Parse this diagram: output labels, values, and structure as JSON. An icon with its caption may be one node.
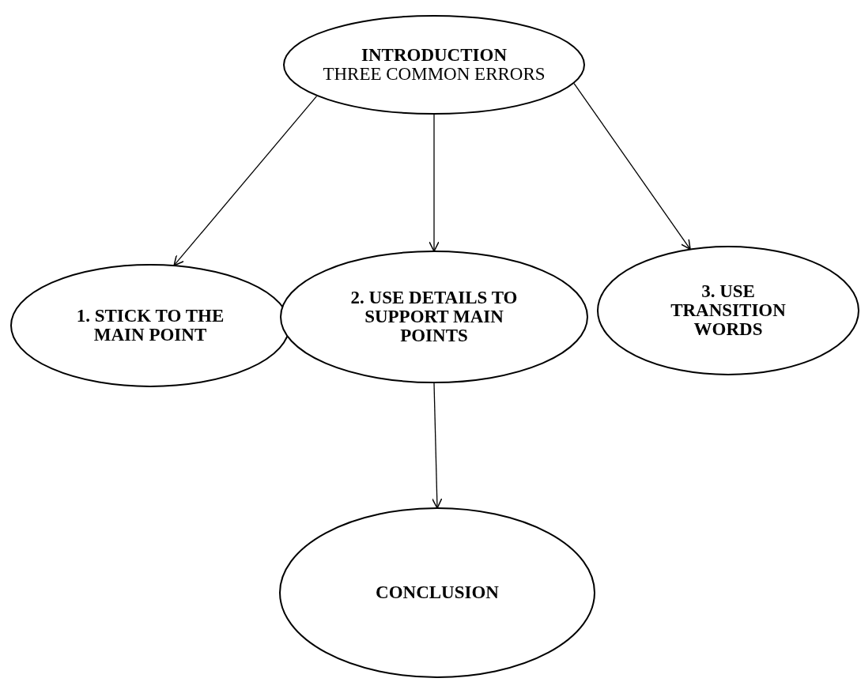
{
  "diagram": {
    "nodes": [
      {
        "text": [
          "INTRODUCTION",
          "THREE COMMON ERRORS"
        ]
      },
      {
        "text": [
          "1. STICK TO THE MAIN POINT"
        ]
      },
      {
        "text": [
          "2. USE DETAILS TO SUPPORT MAIN POINTS"
        ]
      },
      {
        "text": [
          "3. USE TRANSITION WORDS"
        ]
      },
      {
        "text": [
          "CONCLUSION"
        ]
      }
    ],
    "edges": [
      {
        "from": 0,
        "to": 1,
        "arrow": "to"
      },
      {
        "from": 0,
        "to": 2,
        "arrow": "to"
      },
      {
        "from": 0,
        "to": 3,
        "arrow": "to"
      },
      {
        "from": 2,
        "to": 4,
        "arrow": "to"
      }
    ]
  }
}
